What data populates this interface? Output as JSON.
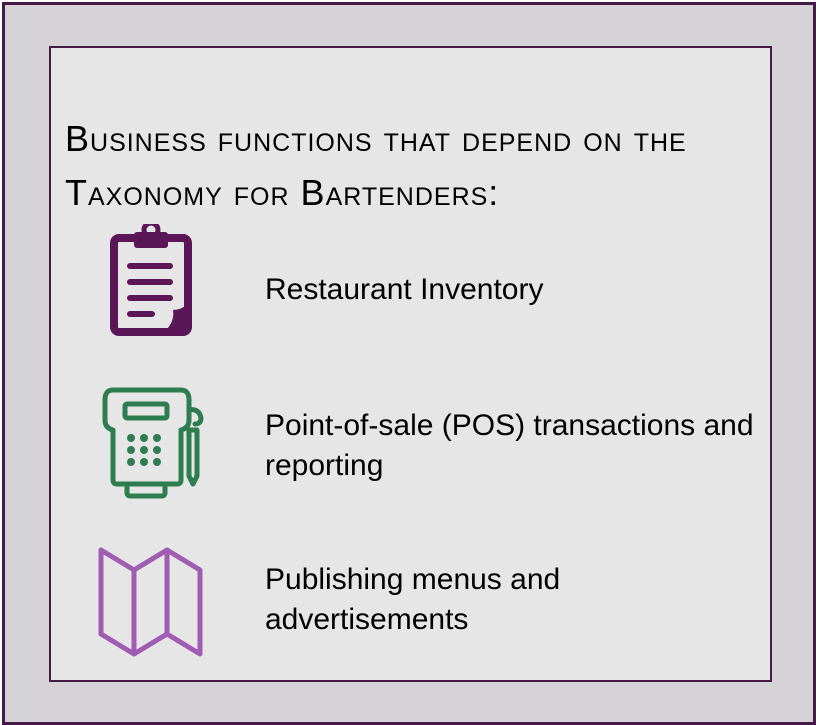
{
  "heading": "Business functions that depend on the Taxonomy for Bartenders:",
  "functions": [
    {
      "label": "Restaurant Inventory",
      "icon": "clipboard-icon",
      "color": "#5b1657"
    },
    {
      "label": "Point-of-sale (POS) transactions and reporting",
      "icon": "card-terminal-icon",
      "color": "#2d7d4f"
    },
    {
      "label": "Publishing menus and advertisements",
      "icon": "folded-map-icon",
      "color": "#a05cb3"
    }
  ],
  "colors": {
    "frame_border": "#451a47",
    "outer_background": "#d5d3d6",
    "inner_background": "#e6e6e6"
  }
}
